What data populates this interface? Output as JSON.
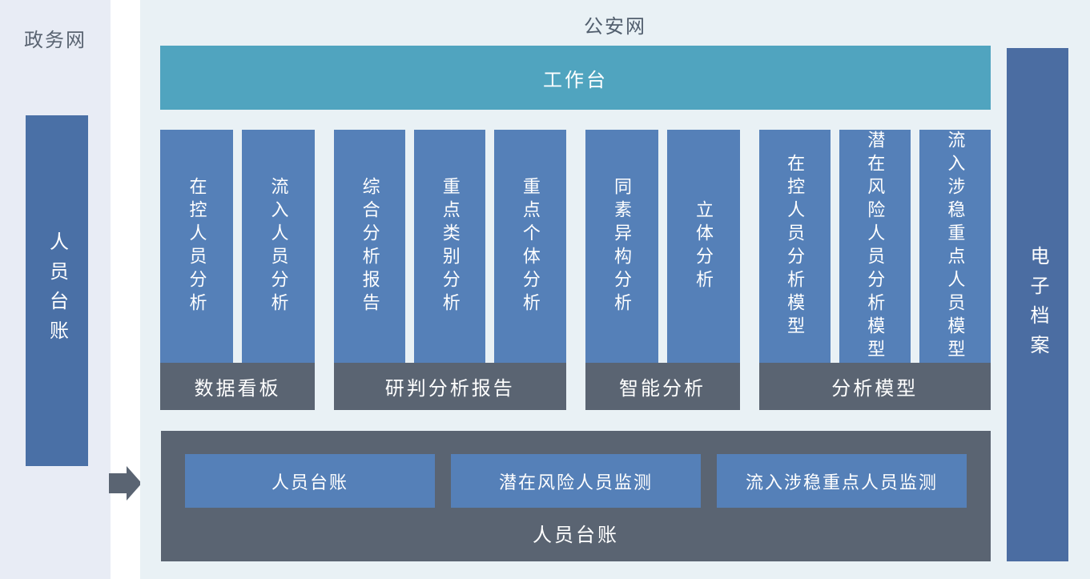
{
  "left_panel": {
    "title": "政务网",
    "bar_label": "人员台账"
  },
  "main_panel": {
    "title": "公安网",
    "workbench_label": "工作台",
    "groups": [
      {
        "label": "数据看板",
        "bars": [
          "在控人员分析",
          "流入人员分析"
        ]
      },
      {
        "label": "研判分析报告",
        "bars": [
          "综合分析报告",
          "重点类别分析",
          "重点个体分析"
        ]
      },
      {
        "label": "智能分析",
        "bars": [
          "同素异构分析",
          "立体分析"
        ]
      },
      {
        "label": "分析模型",
        "bars": [
          "在控人员分析模型",
          "潜在风险人员分析模型",
          "流入涉稳重点人员模型"
        ]
      }
    ],
    "bottom_box": {
      "buttons": [
        "人员台账",
        "潜在风险人员监测",
        "流入涉稳重点人员监测"
      ],
      "label": "人员台账"
    }
  },
  "right_bar": {
    "label": "电子档案"
  },
  "icons": {
    "flow_arrow": "right-block-arrow"
  },
  "colors": {
    "left_panel_bg": "#e8ecf5",
    "main_panel_bg": "#e9f1f5",
    "module_blue": "#5580b8",
    "left_bar_blue": "#4a70a6",
    "right_bar_blue": "#4b6da2",
    "workbench_teal": "#50a4bf",
    "slate_gray": "#5a6472",
    "title_text": "#525f6e",
    "bar_text": "#ffffff"
  }
}
